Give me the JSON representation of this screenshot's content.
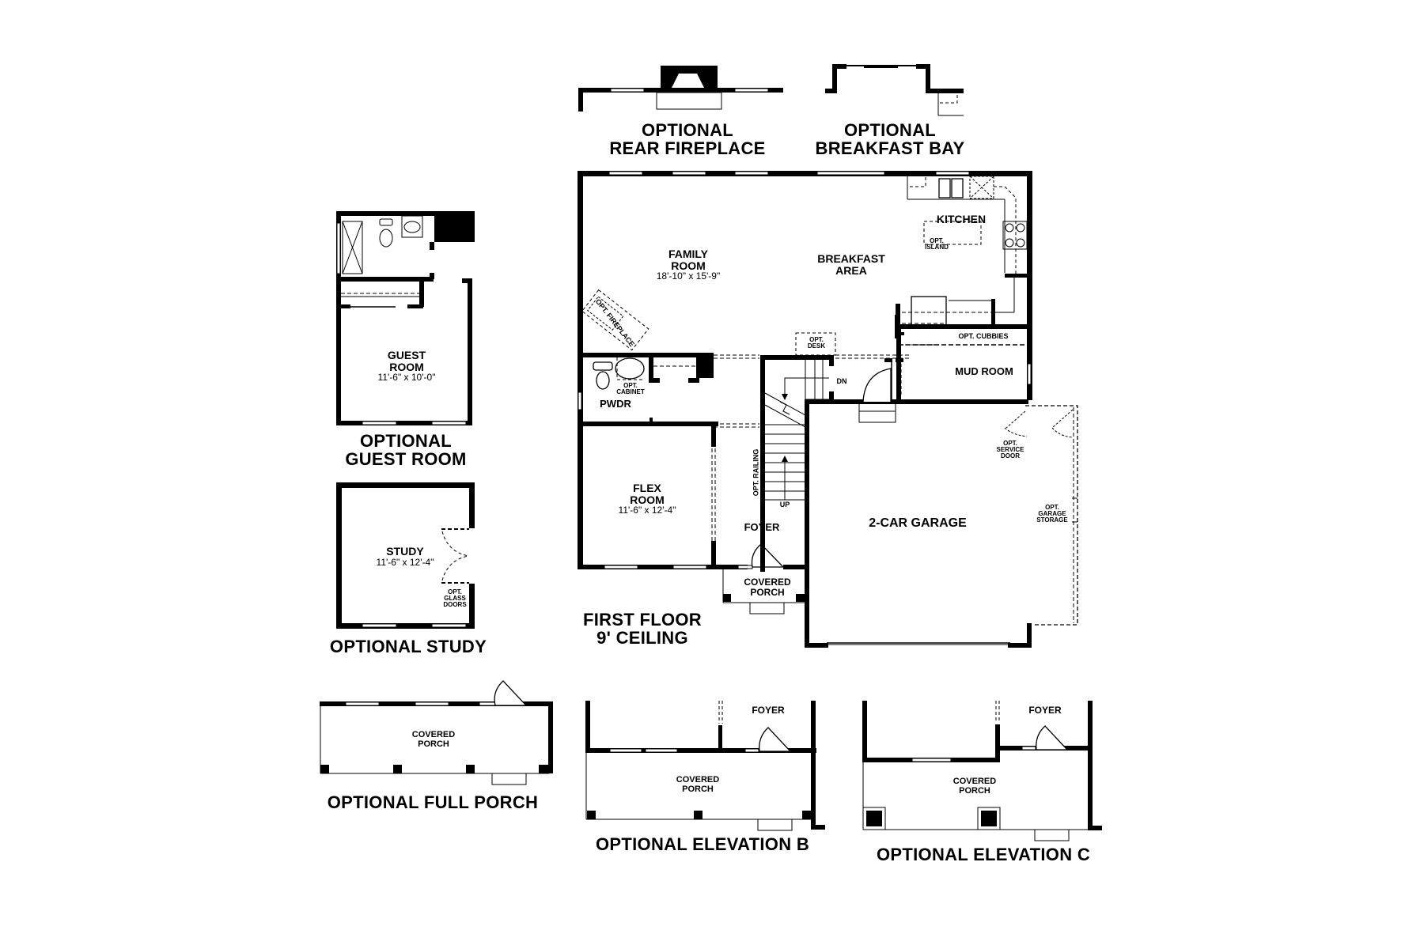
{
  "plan": {
    "heading": {
      "line1": "FIRST FLOOR",
      "line2": "9' CEILING"
    },
    "rooms": {
      "family_room": {
        "name_line1": "FAMILY",
        "name_line2": "ROOM",
        "size": "18'-10\" x 15'-9\""
      },
      "breakfast_area": {
        "name_line1": "BREAKFAST",
        "name_line2": "AREA"
      },
      "kitchen": {
        "name": "KITCHEN"
      },
      "opt_island": {
        "line1": "OPT.",
        "line2": "ISLAND"
      },
      "opt_fireplace": {
        "label": "OPT. FIREPLACE"
      },
      "opt_desk": {
        "line1": "OPT.",
        "line2": "DESK"
      },
      "opt_cubbies": {
        "label": "OPT. CUBBIES"
      },
      "mud_room": {
        "name": "MUD ROOM"
      },
      "pwdr": {
        "name": "PWDR"
      },
      "opt_cabinet": {
        "line1": "OPT.",
        "line2": "CABINET"
      },
      "flex_room": {
        "name_line1": "FLEX",
        "name_line2": "ROOM",
        "size": "11'-6\" x 12'-4\""
      },
      "foyer": {
        "name": "FOYER"
      },
      "opt_railing": {
        "label": "OPT. RAILING"
      },
      "stairs": {
        "up": "UP",
        "dn": "DN"
      },
      "covered_porch": {
        "line1": "COVERED",
        "line2": "PORCH"
      },
      "garage": {
        "name": "2-CAR GARAGE"
      },
      "opt_service_door": {
        "line1": "OPT.",
        "line2": "SERVICE",
        "line3": "DOOR"
      },
      "opt_garage_storage": {
        "line1": "OPT.",
        "line2": "GARAGE",
        "line3": "STORAGE"
      }
    }
  },
  "options": {
    "rear_fireplace": {
      "line1": "OPTIONAL",
      "line2": "REAR FIREPLACE"
    },
    "breakfast_bay": {
      "line1": "OPTIONAL",
      "line2": "BREAKFAST BAY"
    },
    "guest_room": {
      "title_line1": "OPTIONAL",
      "title_line2": "GUEST ROOM",
      "room_line1": "GUEST",
      "room_line2": "ROOM",
      "size": "11'-6\" x 10'-0\""
    },
    "study": {
      "title": "OPTIONAL STUDY",
      "room": "STUDY",
      "size": "11'-6\" x 12'-4\"",
      "note_line1": "OPT.",
      "note_line2": "GLASS",
      "note_line3": "DOORS"
    },
    "full_porch": {
      "title": "OPTIONAL FULL PORCH",
      "line1": "COVERED",
      "line2": "PORCH"
    },
    "elevation_b": {
      "title": "OPTIONAL ELEVATION B",
      "foyer": "FOYER",
      "line1": "COVERED",
      "line2": "PORCH"
    },
    "elevation_c": {
      "title": "OPTIONAL ELEVATION C",
      "foyer": "FOYER",
      "line1": "COVERED",
      "line2": "PORCH"
    }
  },
  "colors": {
    "wall": "#000000",
    "background": "#ffffff",
    "window": "#ffffff",
    "dashed": "#555555"
  }
}
